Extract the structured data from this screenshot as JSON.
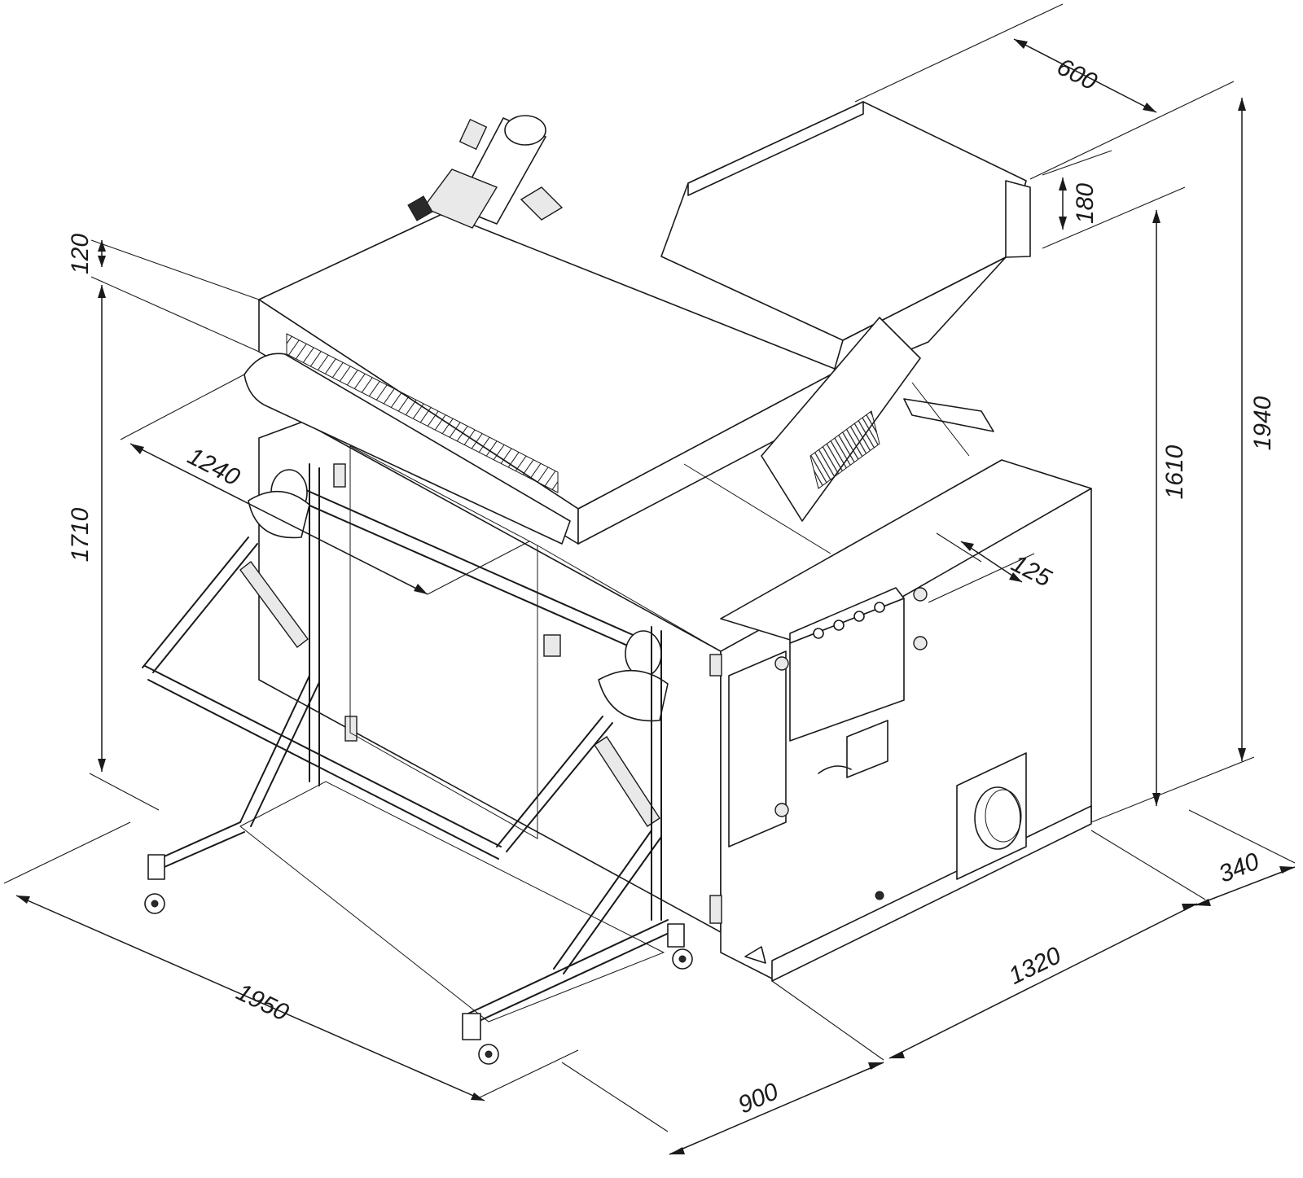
{
  "dimensions": {
    "top_box_depth": "600",
    "top_box_height": "180",
    "total_height": "1940",
    "body_height_right": "1610",
    "roof_thickness": "120",
    "frame_height": "1710",
    "roller_width": "1240",
    "panel_offset": "125",
    "base_depth_right": "340",
    "body_length": "1320",
    "body_width": "900",
    "overall_length": "1950"
  }
}
